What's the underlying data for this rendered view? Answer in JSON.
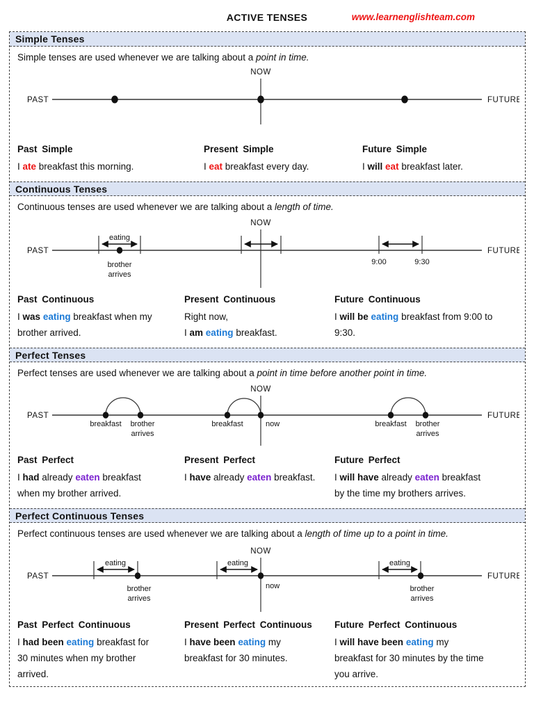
{
  "title": "ACTIVE TENSES",
  "website_url": "www.learnenglishteam.com",
  "colors": {
    "section_header_bg": "#dbe3f3",
    "red": "#ee1515",
    "blue": "#1c7ad6",
    "purple": "#7a22cf"
  },
  "sections": [
    {
      "header": "Simple Tenses",
      "description": {
        "prefix": "Simple tenses are used whenever we are talking about a ",
        "italic": "point in time."
      },
      "timeline": {
        "past": "PAST",
        "now": "NOW",
        "future": "FUTURE"
      },
      "columns": [
        {
          "title": "Past Simple",
          "sentence": [
            {
              "t": "I "
            },
            {
              "t": "ate",
              "s": "red"
            },
            {
              "t": " breakfast this morning."
            }
          ]
        },
        {
          "title": "Present Simple",
          "sentence": [
            {
              "t": "I "
            },
            {
              "t": "eat",
              "s": "red"
            },
            {
              "t": " breakfast every day."
            }
          ]
        },
        {
          "title": "Future Simple",
          "sentence": [
            {
              "t": "I "
            },
            {
              "t": "will",
              "s": "bold"
            },
            {
              "t": " "
            },
            {
              "t": "eat",
              "s": "red"
            },
            {
              "t": " breakfast later."
            }
          ]
        }
      ]
    },
    {
      "header": "Continuous Tenses",
      "description": {
        "prefix": "Continuous tenses are used whenever we are talking about a ",
        "italic": "length of time."
      },
      "timeline": {
        "past": "PAST",
        "now": "NOW",
        "future": "FUTURE",
        "eating": "eating",
        "brother": "brother",
        "arrives": "arrives",
        "time_start": "9:00",
        "time_end": "9:30"
      },
      "columns": [
        {
          "title": "Past Continuous",
          "sentence": [
            {
              "t": "I "
            },
            {
              "t": "was",
              "s": "bold"
            },
            {
              "t": " "
            },
            {
              "t": "eating",
              "s": "blue"
            },
            {
              "t": " breakfast when my"
            },
            {
              "br": true
            },
            {
              "t": "brother arrived."
            }
          ]
        },
        {
          "title": "Present Continuous",
          "sentence": [
            {
              "t": "Right now,"
            },
            {
              "br": true
            },
            {
              "t": "I "
            },
            {
              "t": "am",
              "s": "bold"
            },
            {
              "t": " "
            },
            {
              "t": "eating",
              "s": "blue"
            },
            {
              "t": " breakfast."
            }
          ]
        },
        {
          "title": "Future Continuous",
          "sentence": [
            {
              "t": "I "
            },
            {
              "t": "will be",
              "s": "bold"
            },
            {
              "t": " "
            },
            {
              "t": "eating",
              "s": "blue"
            },
            {
              "t": " breakfast from 9:00 to"
            },
            {
              "br": true
            },
            {
              "t": "9:30."
            }
          ]
        }
      ]
    },
    {
      "header": "Perfect Tenses",
      "description": {
        "prefix": "Perfect tenses are used whenever we are talking about a ",
        "italic": "point in time before another point in time."
      },
      "timeline": {
        "past": "PAST",
        "now": "NOW",
        "future": "FUTURE",
        "breakfast": "breakfast",
        "brother": "brother",
        "arrives": "arrives",
        "now_point": "now"
      },
      "columns": [
        {
          "title": "Past Perfect",
          "sentence": [
            {
              "t": "I "
            },
            {
              "t": "had",
              "s": "bold"
            },
            {
              "t": " already "
            },
            {
              "t": "eaten",
              "s": "purple"
            },
            {
              "t": " breakfast"
            },
            {
              "br": true
            },
            {
              "t": "when my brother arrived."
            }
          ]
        },
        {
          "title": "Present Perfect",
          "sentence": [
            {
              "t": "I "
            },
            {
              "t": "have",
              "s": "bold"
            },
            {
              "t": " already "
            },
            {
              "t": "eaten",
              "s": "purple"
            },
            {
              "t": " breakfast."
            }
          ]
        },
        {
          "title": "Future Perfect",
          "sentence": [
            {
              "t": "I "
            },
            {
              "t": "will have",
              "s": "bold"
            },
            {
              "t": " already "
            },
            {
              "t": "eaten",
              "s": "purple"
            },
            {
              "t": " breakfast"
            },
            {
              "br": true
            },
            {
              "t": "by the time my brothers arrives."
            }
          ]
        }
      ]
    },
    {
      "header": "Perfect Continuous Tenses",
      "description": {
        "prefix": "Perfect continuous tenses are used whenever we are talking about a ",
        "italic": "length of time up to a point in time."
      },
      "timeline": {
        "past": "PAST",
        "now": "NOW",
        "future": "FUTURE",
        "eating": "eating",
        "brother": "brother",
        "arrives": "arrives",
        "now_point": "now"
      },
      "columns": [
        {
          "title": "Past Perfect Continuous",
          "sentence": [
            {
              "t": "I "
            },
            {
              "t": "had been",
              "s": "bold"
            },
            {
              "t": " "
            },
            {
              "t": "eating",
              "s": "blue"
            },
            {
              "t": " breakfast for"
            },
            {
              "br": true
            },
            {
              "t": "30 minutes when my brother"
            },
            {
              "br": true
            },
            {
              "t": "arrived."
            }
          ]
        },
        {
          "title": "Present Perfect Continuous",
          "sentence": [
            {
              "t": "I "
            },
            {
              "t": "have been",
              "s": "bold"
            },
            {
              "t": " "
            },
            {
              "t": "eating",
              "s": "blue"
            },
            {
              "t": " my"
            },
            {
              "br": true
            },
            {
              "t": "breakfast for 30 minutes."
            }
          ]
        },
        {
          "title": "Future Perfect Continuous",
          "sentence": [
            {
              "t": "I "
            },
            {
              "t": "will have been",
              "s": "bold"
            },
            {
              "t": " "
            },
            {
              "t": "eating",
              "s": "blue"
            },
            {
              "t": " my"
            },
            {
              "br": true
            },
            {
              "t": "breakfast for 30 minutes by the time"
            },
            {
              "br": true
            },
            {
              "t": "you arrive."
            }
          ]
        }
      ]
    }
  ]
}
